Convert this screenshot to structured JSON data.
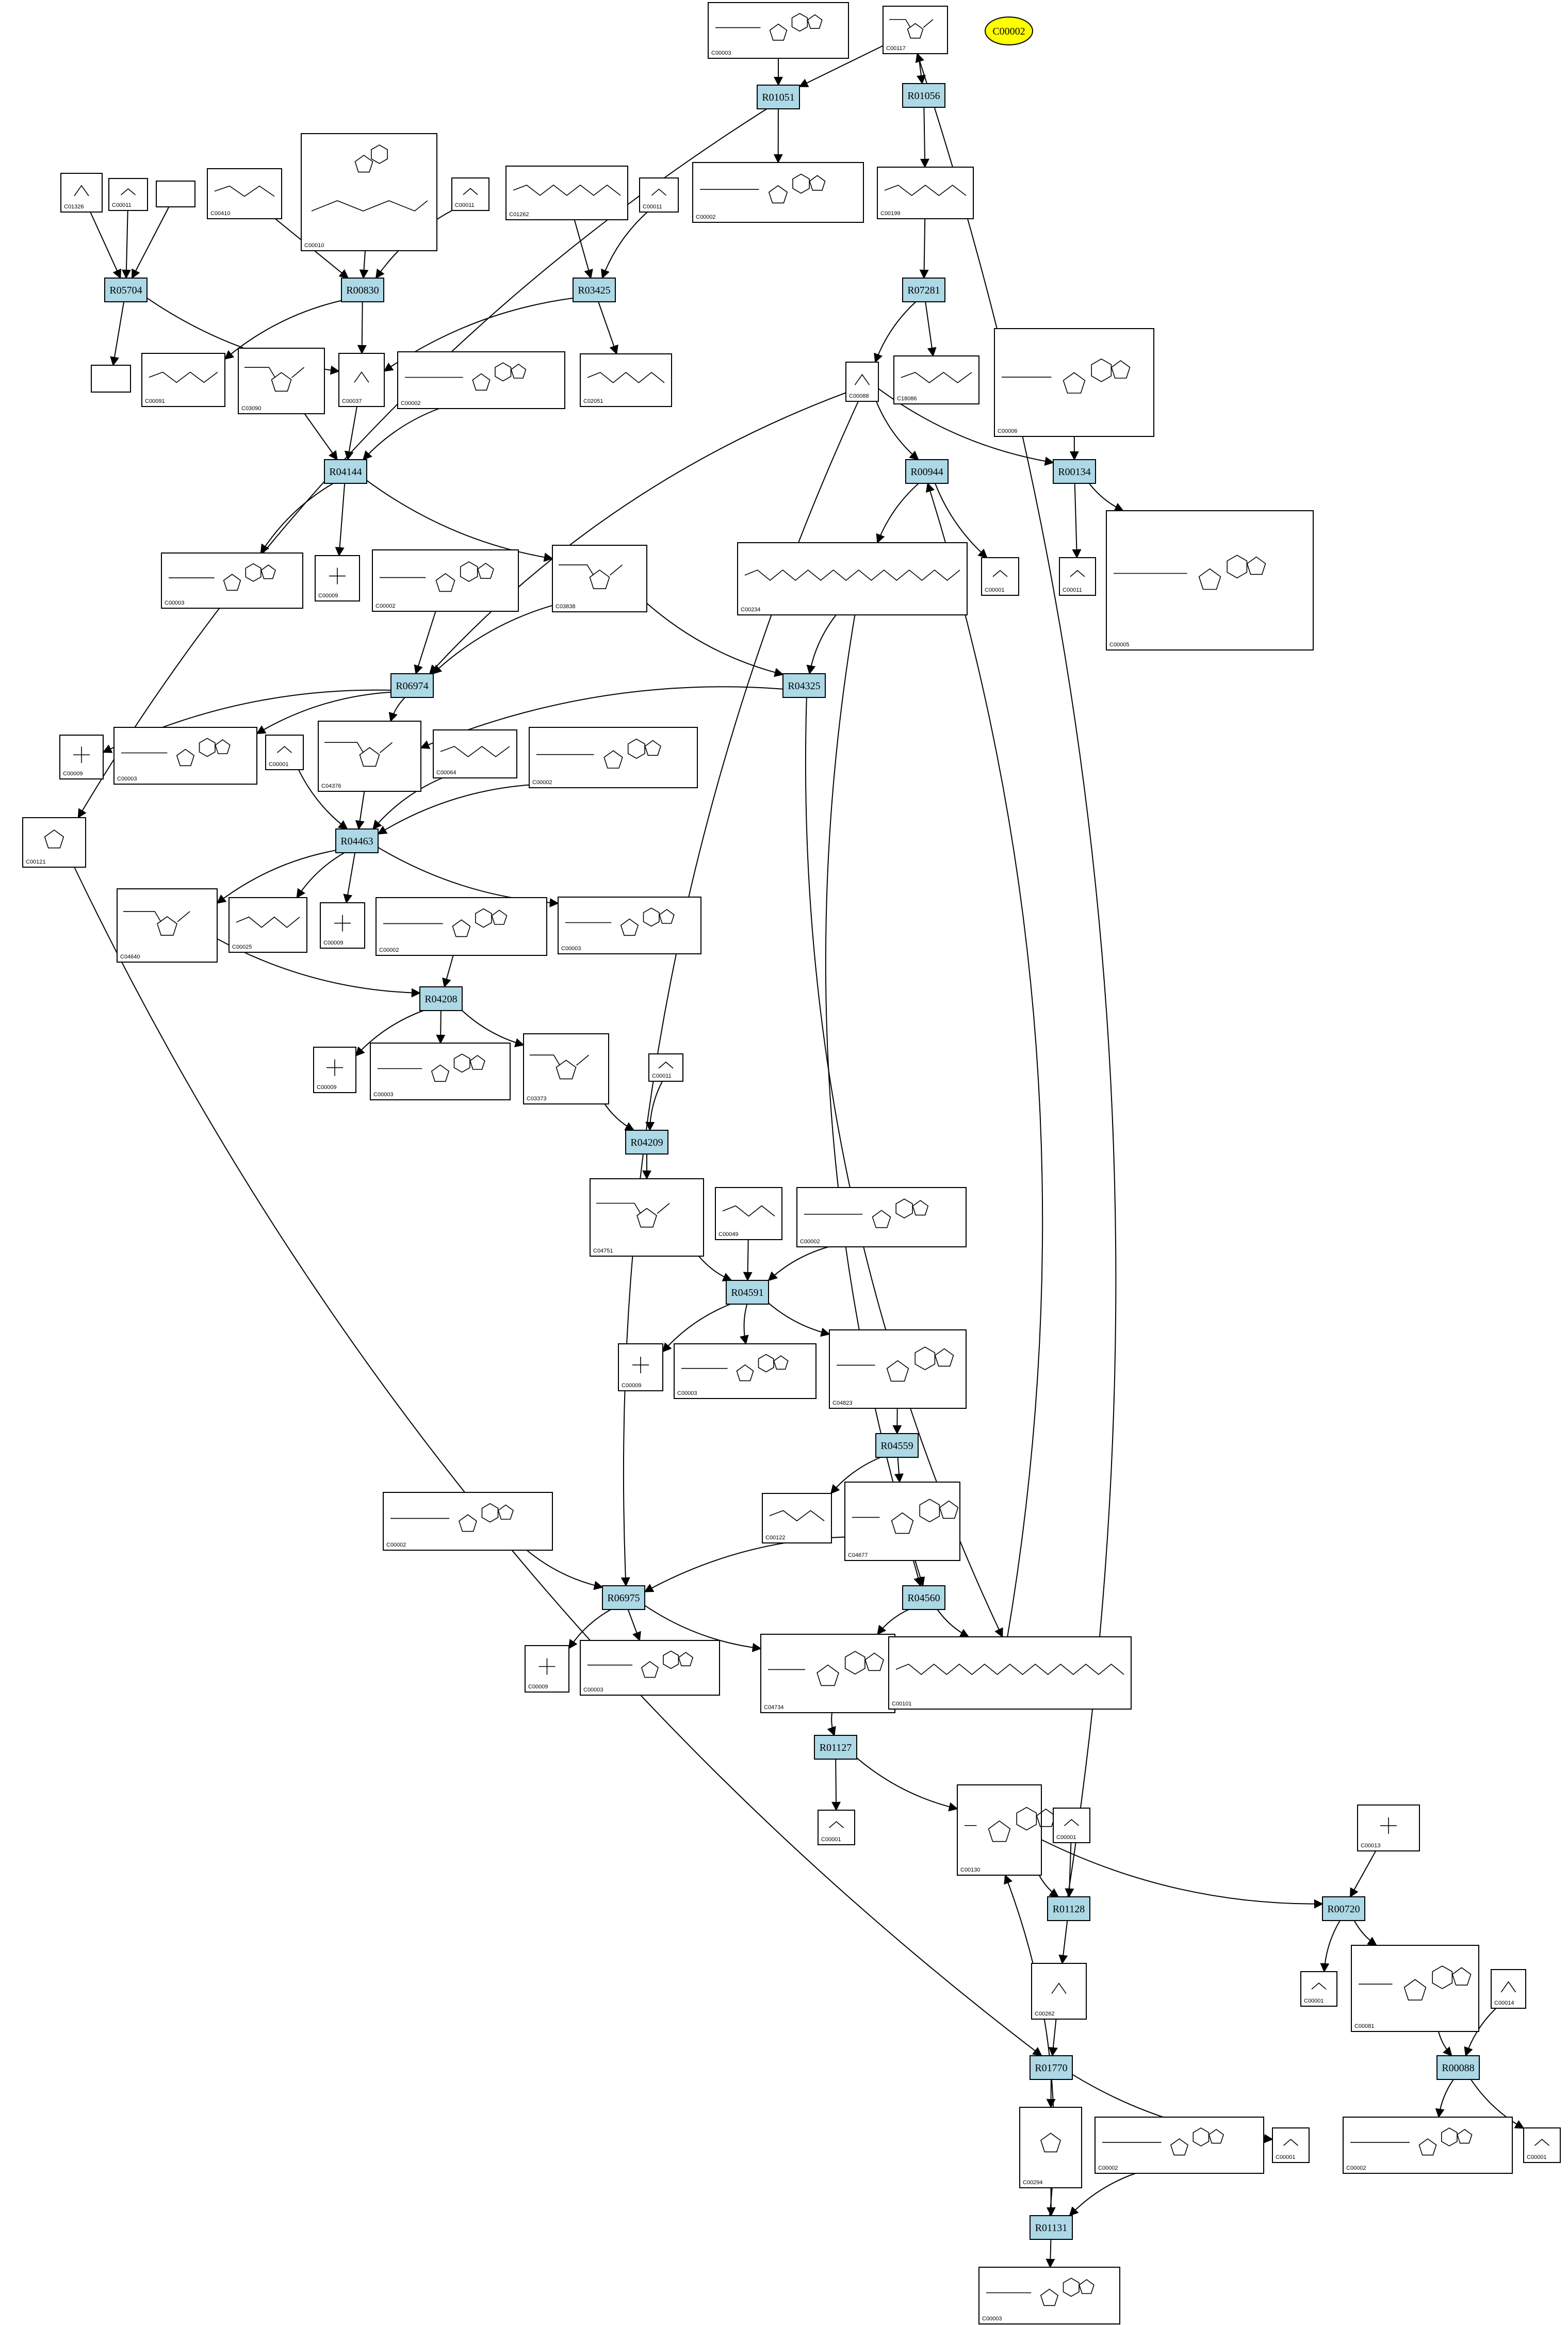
{
  "highlight": {
    "label": "C00002",
    "color": "#ffff00"
  },
  "colors": {
    "reaction_fill": "#add8e6",
    "compound_fill": "#ffffff",
    "stroke": "#000000"
  },
  "reactions": [
    {
      "id": "R01051"
    },
    {
      "id": "R01056"
    },
    {
      "id": "R05704"
    },
    {
      "id": "R00830"
    },
    {
      "id": "R03425"
    },
    {
      "id": "R07281"
    },
    {
      "id": "R04144"
    },
    {
      "id": "R00944"
    },
    {
      "id": "R00134"
    },
    {
      "id": "R06974"
    },
    {
      "id": "R04325"
    },
    {
      "id": "R04463"
    },
    {
      "id": "R04208"
    },
    {
      "id": "R04209"
    },
    {
      "id": "R04591"
    },
    {
      "id": "R04559"
    },
    {
      "id": "R06975"
    },
    {
      "id": "R04560"
    },
    {
      "id": "R01127"
    },
    {
      "id": "R01128"
    },
    {
      "id": "R00720"
    },
    {
      "id": "R01770"
    },
    {
      "id": "R00088"
    },
    {
      "id": "R01131"
    }
  ],
  "compounds": [
    {
      "id": "c1",
      "label": "C00003",
      "kind": "nuc"
    },
    {
      "id": "c2",
      "label": "C00117",
      "kind": "sugarp"
    },
    {
      "id": "c3",
      "label": "C01326",
      "kind": "small"
    },
    {
      "id": "c4",
      "label": "C00011",
      "kind": "co2"
    },
    {
      "id": "c5",
      "label": "",
      "kind": "empty"
    },
    {
      "id": "c6",
      "label": "C00010",
      "kind": "coa"
    },
    {
      "id": "c7",
      "label": "C00410",
      "kind": "chain"
    },
    {
      "id": "c8",
      "label": "C00011",
      "kind": "co2"
    },
    {
      "id": "c9",
      "label": "C01262",
      "kind": "chain"
    },
    {
      "id": "c10",
      "label": "C00011",
      "kind": "co2"
    },
    {
      "id": "c11",
      "label": "C00002",
      "kind": "nuc"
    },
    {
      "id": "c12",
      "label": "C00199",
      "kind": "chain"
    },
    {
      "id": "c13",
      "label": "",
      "kind": "empty"
    },
    {
      "id": "c14",
      "label": "C00091",
      "kind": "chain"
    },
    {
      "id": "c15",
      "label": "C03090",
      "kind": "sugarp"
    },
    {
      "id": "c16",
      "label": "C00037",
      "kind": "small"
    },
    {
      "id": "c17",
      "label": "C00002",
      "kind": "nuc"
    },
    {
      "id": "c18",
      "label": "C02051",
      "kind": "chain"
    },
    {
      "id": "c19",
      "label": "C00088",
      "kind": "small"
    },
    {
      "id": "c20",
      "label": "C18086",
      "kind": "chain"
    },
    {
      "id": "c21",
      "label": "C00006",
      "kind": "nuc"
    },
    {
      "id": "c22",
      "label": "C00003",
      "kind": "nuc"
    },
    {
      "id": "c23",
      "label": "C00009",
      "kind": "phos"
    },
    {
      "id": "c24",
      "label": "C00002",
      "kind": "nuc"
    },
    {
      "id": "c25",
      "label": "C03838",
      "kind": "sugarp"
    },
    {
      "id": "c26",
      "label": "C00234",
      "kind": "chain"
    },
    {
      "id": "c27",
      "label": "C00001",
      "kind": "water"
    },
    {
      "id": "c28",
      "label": "C00011",
      "kind": "co2"
    },
    {
      "id": "c29",
      "label": "C00005",
      "kind": "nuc"
    },
    {
      "id": "c30",
      "label": "C00009",
      "kind": "phos"
    },
    {
      "id": "c31",
      "label": "C00003",
      "kind": "nuc"
    },
    {
      "id": "c32",
      "label": "C04376",
      "kind": "sugarp"
    },
    {
      "id": "c33",
      "label": "C00001",
      "kind": "water"
    },
    {
      "id": "c34",
      "label": "C00064",
      "kind": "chain"
    },
    {
      "id": "c35",
      "label": "C00002",
      "kind": "nuc"
    },
    {
      "id": "c36",
      "label": "C00121",
      "kind": "sugar"
    },
    {
      "id": "c37",
      "label": "C04640",
      "kind": "sugarp"
    },
    {
      "id": "c38",
      "label": "C00025",
      "kind": "chain"
    },
    {
      "id": "c39",
      "label": "C00009",
      "kind": "phos"
    },
    {
      "id": "c40",
      "label": "C00002",
      "kind": "nuc"
    },
    {
      "id": "c41",
      "label": "C00003",
      "kind": "nuc"
    },
    {
      "id": "c42",
      "label": "C00009",
      "kind": "phos"
    },
    {
      "id": "c43",
      "label": "C00003",
      "kind": "nuc"
    },
    {
      "id": "c44",
      "label": "C03373",
      "kind": "sugarp"
    },
    {
      "id": "c45",
      "label": "C00011",
      "kind": "co2"
    },
    {
      "id": "c46",
      "label": "C04751",
      "kind": "sugarp"
    },
    {
      "id": "c47",
      "label": "C00049",
      "kind": "chain"
    },
    {
      "id": "c48",
      "label": "C00002",
      "kind": "nuc"
    },
    {
      "id": "c49",
      "label": "C00009",
      "kind": "phos"
    },
    {
      "id": "c50",
      "label": "C00003",
      "kind": "nuc"
    },
    {
      "id": "c51",
      "label": "C04823",
      "kind": "nuc"
    },
    {
      "id": "c52",
      "label": "C00122",
      "kind": "chain"
    },
    {
      "id": "c53",
      "label": "C04677",
      "kind": "nuc"
    },
    {
      "id": "c54",
      "label": "C00002",
      "kind": "nuc"
    },
    {
      "id": "c55",
      "label": "C00009",
      "kind": "phos"
    },
    {
      "id": "c56",
      "label": "C00003",
      "kind": "nuc"
    },
    {
      "id": "c57",
      "label": "C04734",
      "kind": "nuc"
    },
    {
      "id": "c58",
      "label": "C00101",
      "kind": "chain"
    },
    {
      "id": "c59",
      "label": "C00001",
      "kind": "water"
    },
    {
      "id": "c60",
      "label": "C00130",
      "kind": "nuc"
    },
    {
      "id": "c61",
      "label": "C00001",
      "kind": "water"
    },
    {
      "id": "c62",
      "label": "C00013",
      "kind": "phos"
    },
    {
      "id": "c63",
      "label": "C00001",
      "kind": "water"
    },
    {
      "id": "c64",
      "label": "C00081",
      "kind": "nuc"
    },
    {
      "id": "c65",
      "label": "C00014",
      "kind": "small"
    },
    {
      "id": "c66",
      "label": "C00262",
      "kind": "small"
    },
    {
      "id": "c67",
      "label": "C00001",
      "kind": "water"
    },
    {
      "id": "c68",
      "label": "C00294",
      "kind": "sugar"
    },
    {
      "id": "c69",
      "label": "C00002",
      "kind": "nuc"
    },
    {
      "id": "c70",
      "label": "C00002",
      "kind": "nuc"
    },
    {
      "id": "c71",
      "label": "C00001",
      "kind": "water"
    },
    {
      "id": "c72",
      "label": "C00003",
      "kind": "nuc"
    }
  ]
}
